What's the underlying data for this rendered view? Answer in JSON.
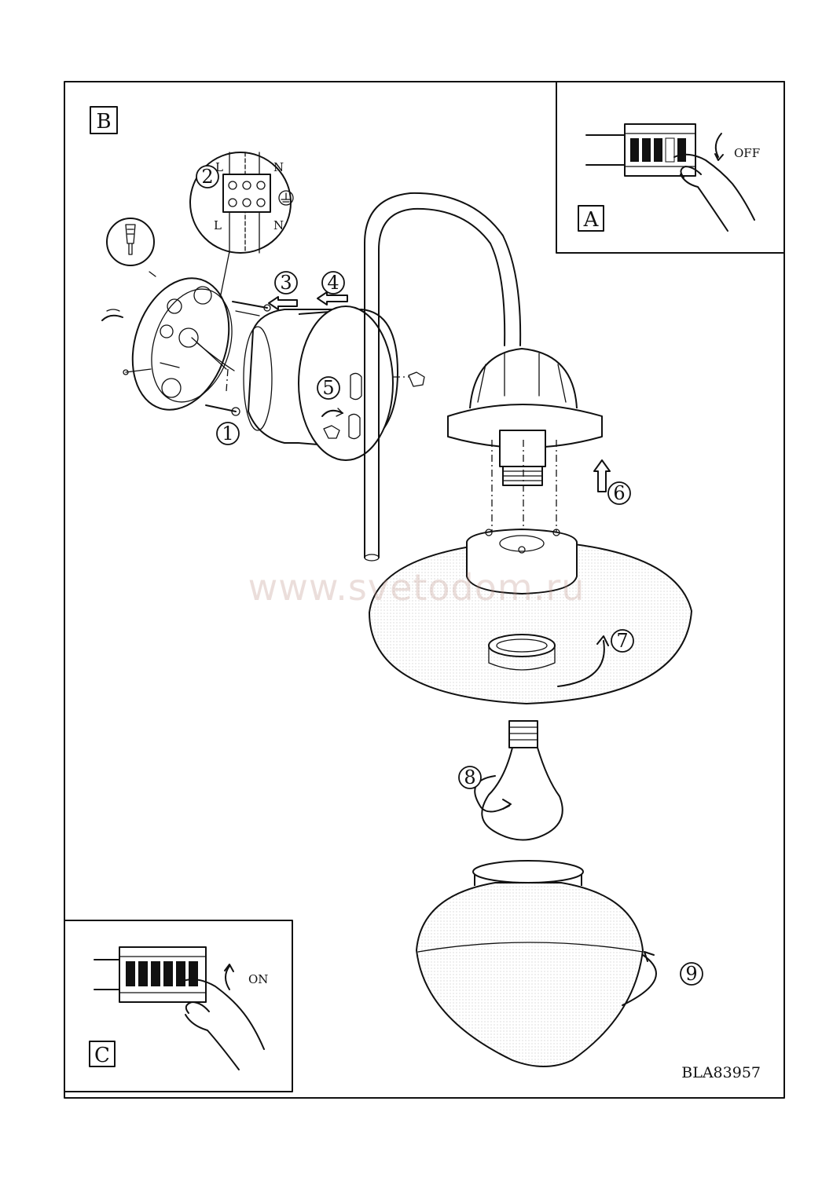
{
  "panels": {
    "a_label": "A",
    "b_label": "B",
    "c_label": "C"
  },
  "switch_states": {
    "off": "OFF",
    "on": "ON"
  },
  "wiring": {
    "live": "L",
    "neutral": "N"
  },
  "steps": [
    "1",
    "2",
    "3",
    "4",
    "5",
    "6",
    "7",
    "8",
    "9"
  ],
  "watermark": "www.svetodom.ru",
  "model_code": "BLA83957",
  "icons": [
    "wall-plug-icon",
    "earth-ground-icon",
    "hand-icon",
    "rotate-arrow-icon",
    "direction-arrow-icon"
  ]
}
